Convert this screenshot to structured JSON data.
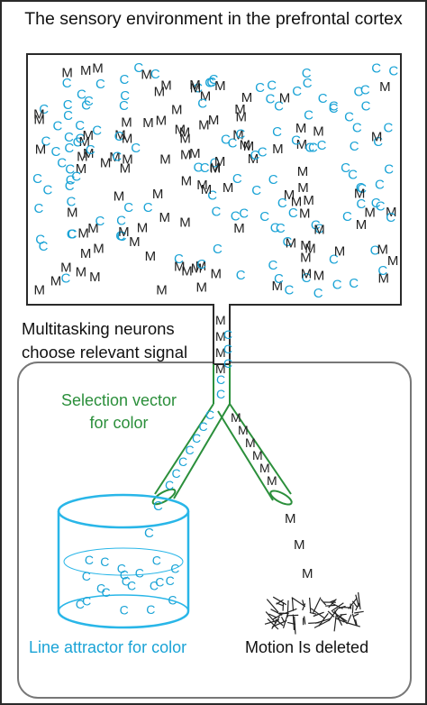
{
  "title": "The sensory environment in the prefrontal cortex",
  "labels": {
    "multitasking_line1": "Multitasking neurons",
    "multitasking_line2": "choose relevant signal",
    "selection_line1": "Selection vector",
    "selection_line2": "for color",
    "attractor": "Line attractor for color",
    "deleted": "Motion Is deleted"
  },
  "symbols": {
    "color": "C",
    "motion": "M"
  },
  "colors": {
    "outline": "#2a2a2a",
    "color_letter": "#1aa3d6",
    "motion_letter": "#222222",
    "selection_vector": "#2b8f3b",
    "cylinder": "#29b6e8",
    "lower_box": "#777777",
    "text": "#111111"
  }
}
